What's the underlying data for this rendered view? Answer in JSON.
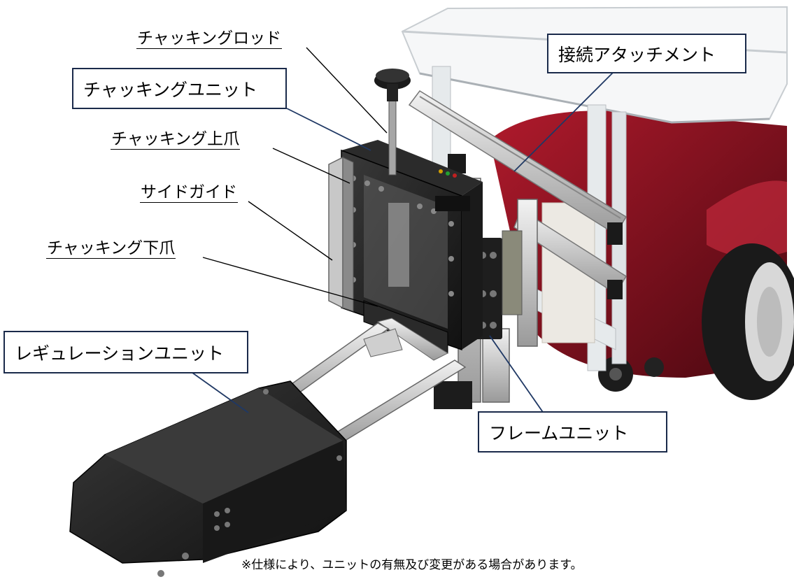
{
  "labels": {
    "chucking_rod": "チャッキングロッド",
    "chucking_unit": "チャッキングユニット",
    "chucking_upper_jaw": "チャッキング上爪",
    "side_guide": "サイドガイド",
    "chucking_lower_jaw": "チャッキング下爪",
    "regulation_unit": "レギュレーションユニット",
    "connection_attachment": "接続アタッチメント",
    "frame_unit": "フレームユニット"
  },
  "footnote": "※仕様により、ユニットの有無及び変更がある場合があります。",
  "colors": {
    "box_border": "#1a2a4a",
    "leader_line": "#000000",
    "box_leader_line": "#1f3864",
    "wheelchair_body": "#8a1020",
    "attachment_frame": "#e8ecee",
    "device_dark": "#2a2a2a"
  }
}
